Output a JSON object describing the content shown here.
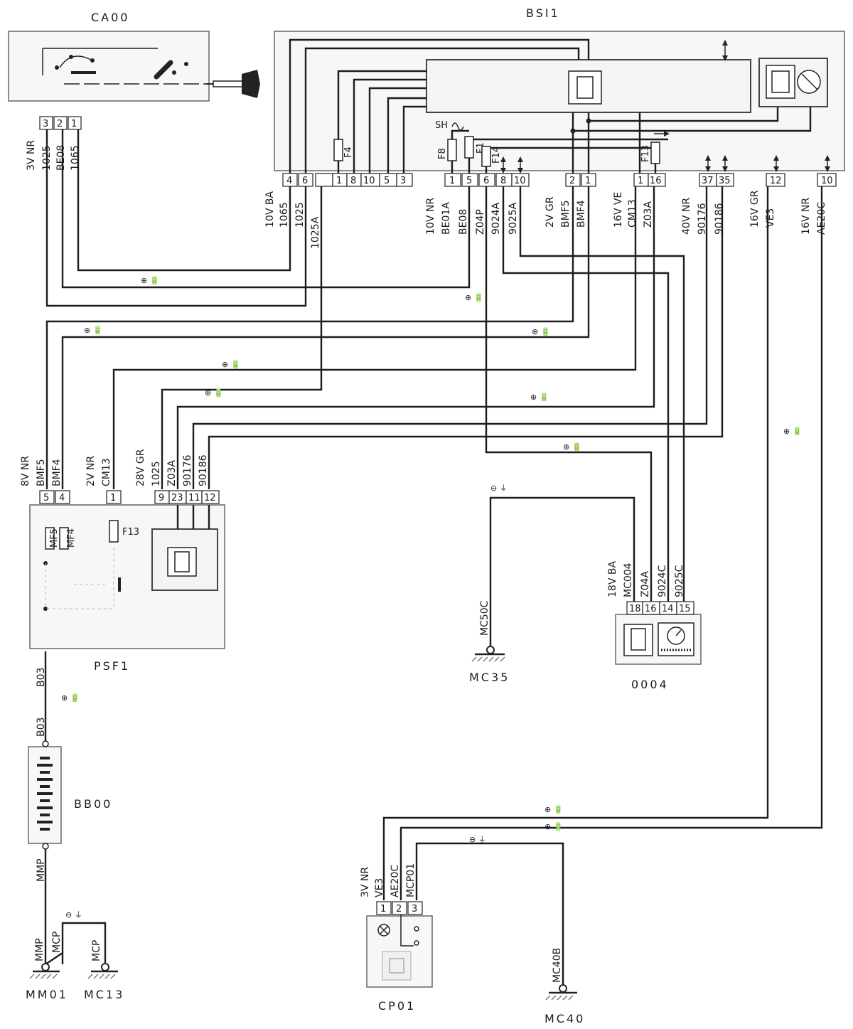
{
  "components": {
    "ca00": "CA00",
    "bsi1": "BSI1",
    "psf1": "PSF1",
    "bb00": "BB00",
    "c0004": "0004",
    "cp01": "CP01",
    "mm01": "MM01",
    "mc13": "MC13",
    "mc35": "MC35",
    "mc40": "MC40"
  },
  "connectors": {
    "ca00": {
      "spec": "3V NR",
      "pins": [
        "3",
        "2",
        "1"
      ],
      "wires": [
        "1025",
        "BE08",
        "1065"
      ]
    },
    "bsi_a": {
      "spec": "10V BA",
      "pins": [
        "4",
        "6",
        "",
        "1",
        "8",
        "10",
        "5",
        "3"
      ],
      "wires": [
        "1065",
        "1025",
        "1025A"
      ]
    },
    "bsi_b": {
      "spec": "10V NR",
      "pins": [
        "1",
        "5",
        "6",
        "8",
        "10"
      ],
      "wires": [
        "BE01A",
        "BE08",
        "Z04P",
        "9024A",
        "9025A"
      ]
    },
    "bsi_c": {
      "spec": "2V GR",
      "pins": [
        "2",
        "1"
      ],
      "wires": [
        "BMF5",
        "BMF4"
      ]
    },
    "bsi_d": {
      "spec": "16V VE",
      "pins": [
        "1",
        "16"
      ],
      "wires": [
        "CM13",
        "Z03A"
      ]
    },
    "bsi_e": {
      "spec": "40V NR",
      "pins": [
        "37",
        "35"
      ],
      "wires": [
        "90176",
        "90186"
      ]
    },
    "bsi_f": {
      "spec": "16V GR",
      "pins": [
        "12"
      ],
      "wires": [
        "VE3"
      ]
    },
    "bsi_g": {
      "spec": "16V NR",
      "pins": [
        "10"
      ],
      "wires": [
        "AE20C"
      ]
    },
    "psf_a": {
      "spec": "8V NR",
      "pins": [
        "5",
        "4"
      ],
      "wires": [
        "BMF5",
        "BMF4"
      ]
    },
    "psf_b": {
      "spec": "2V NR",
      "pins": [
        "1"
      ],
      "wires": [
        "CM13"
      ]
    },
    "psf_c": {
      "spec": "28V GR",
      "pins": [
        "9",
        "23",
        "11",
        "12"
      ],
      "wires": [
        "1025",
        "Z03A",
        "90176",
        "90186"
      ]
    },
    "c0004": {
      "spec": "18V BA",
      "pins": [
        "18",
        "16",
        "14",
        "15"
      ],
      "wires": [
        "MC004",
        "Z04A",
        "9024C",
        "9025C"
      ]
    },
    "cp01": {
      "spec": "3V NR",
      "pins": [
        "1",
        "2",
        "3"
      ],
      "wires": [
        "VE3",
        "AE20C",
        "MCP01"
      ]
    }
  },
  "wire_labels": {
    "psf_out_1": "B03",
    "psf_out_2": "B03",
    "bb_out": "MMP",
    "mm01_mmp": "MMP",
    "mm01_mcp": "MCP",
    "mc13_mcp": "MCP",
    "mc35_wire": "MC50C",
    "mc40_wire": "MC40B"
  },
  "fuses": {
    "f4": "F4",
    "f8": "F8",
    "f1": "F1",
    "f14": "F14",
    "f13_bsi": "F13",
    "f13_psf": "F13",
    "mf5": "MF5",
    "mf4": "MF4",
    "sh": "SH"
  }
}
